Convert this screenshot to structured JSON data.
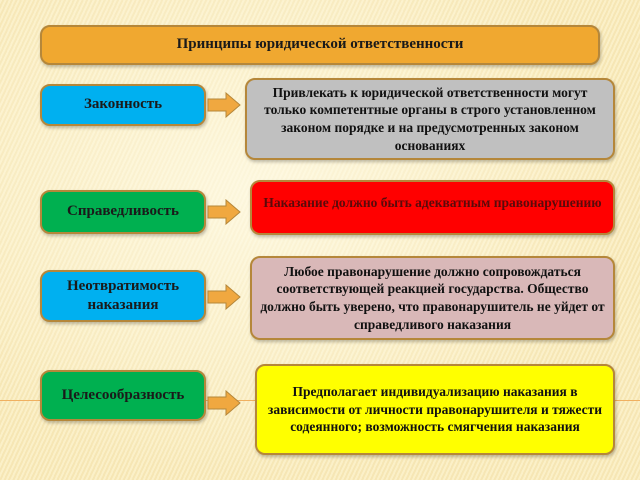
{
  "title": "Принципы юридической ответственности",
  "rows": [
    {
      "principle": "Законность",
      "description": "Привлекать к юридической ответственности могут только компетентные органы в строго установленном законом порядке и на предусмотренных законом основаниях"
    },
    {
      "principle": "Справедливость",
      "description": "Наказание должно быть адекватным правонарушению"
    },
    {
      "principle": "Неотвратимость наказания",
      "description": "Любое правонарушение должно сопровождаться соответствующей реакцией государства. Общество должно быть уверено, что правонарушитель не уйдет от справедливого наказания"
    },
    {
      "principle": "Целесообразность",
      "description": "Предполагает индивидуализацию наказания в зависимости от личности правонарушителя и тяжести содеянного; возможность смягчения наказания"
    }
  ],
  "colors": {
    "title": "#f0a830",
    "blue": "#00b0f0",
    "green": "#00b050",
    "gray": "#c0c0c0",
    "red": "#ff0000",
    "rose": "#d9b8b8",
    "yellow": "#ffff00",
    "arrow": "#f0a840"
  }
}
